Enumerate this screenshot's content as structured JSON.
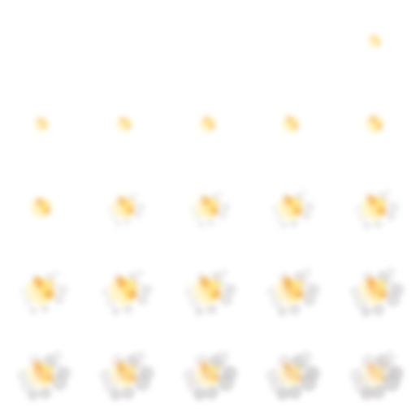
{
  "sprite_sheet": {
    "columns": 5,
    "rows": 5,
    "frame_count": 25,
    "effect": "fire-smoke-burst",
    "colors": {
      "background": "#ffffff",
      "fire_pale": "#fff6c8",
      "fire_yellow": "#ffe27a",
      "fire_orange": "#f6b24a",
      "smoke_light": "#e4e2e2",
      "smoke_dark": "#c9c6c6"
    },
    "frames": [
      {
        "intensity": 0.0,
        "smoke": 0.0
      },
      {
        "intensity": 0.0,
        "smoke": 0.0
      },
      {
        "intensity": 0.0,
        "smoke": 0.0
      },
      {
        "intensity": 0.0,
        "smoke": 0.0
      },
      {
        "intensity": 0.06,
        "smoke": 0.0
      },
      {
        "intensity": 0.1,
        "smoke": 0.0
      },
      {
        "intensity": 0.14,
        "smoke": 0.0
      },
      {
        "intensity": 0.18,
        "smoke": 0.0
      },
      {
        "intensity": 0.22,
        "smoke": 0.0
      },
      {
        "intensity": 0.26,
        "smoke": 0.0
      },
      {
        "intensity": 0.38,
        "smoke": 0.0
      },
      {
        "intensity": 0.42,
        "smoke": 0.05
      },
      {
        "intensity": 0.46,
        "smoke": 0.1
      },
      {
        "intensity": 0.5,
        "smoke": 0.14
      },
      {
        "intensity": 0.52,
        "smoke": 0.18
      },
      {
        "intensity": 0.62,
        "smoke": 0.2
      },
      {
        "intensity": 0.62,
        "smoke": 0.28
      },
      {
        "intensity": 0.58,
        "smoke": 0.36
      },
      {
        "intensity": 0.54,
        "smoke": 0.44
      },
      {
        "intensity": 0.5,
        "smoke": 0.52
      },
      {
        "intensity": 0.44,
        "smoke": 0.58
      },
      {
        "intensity": 0.4,
        "smoke": 0.64
      },
      {
        "intensity": 0.34,
        "smoke": 0.7
      },
      {
        "intensity": 0.28,
        "smoke": 0.74
      },
      {
        "intensity": 0.22,
        "smoke": 0.78
      }
    ]
  }
}
